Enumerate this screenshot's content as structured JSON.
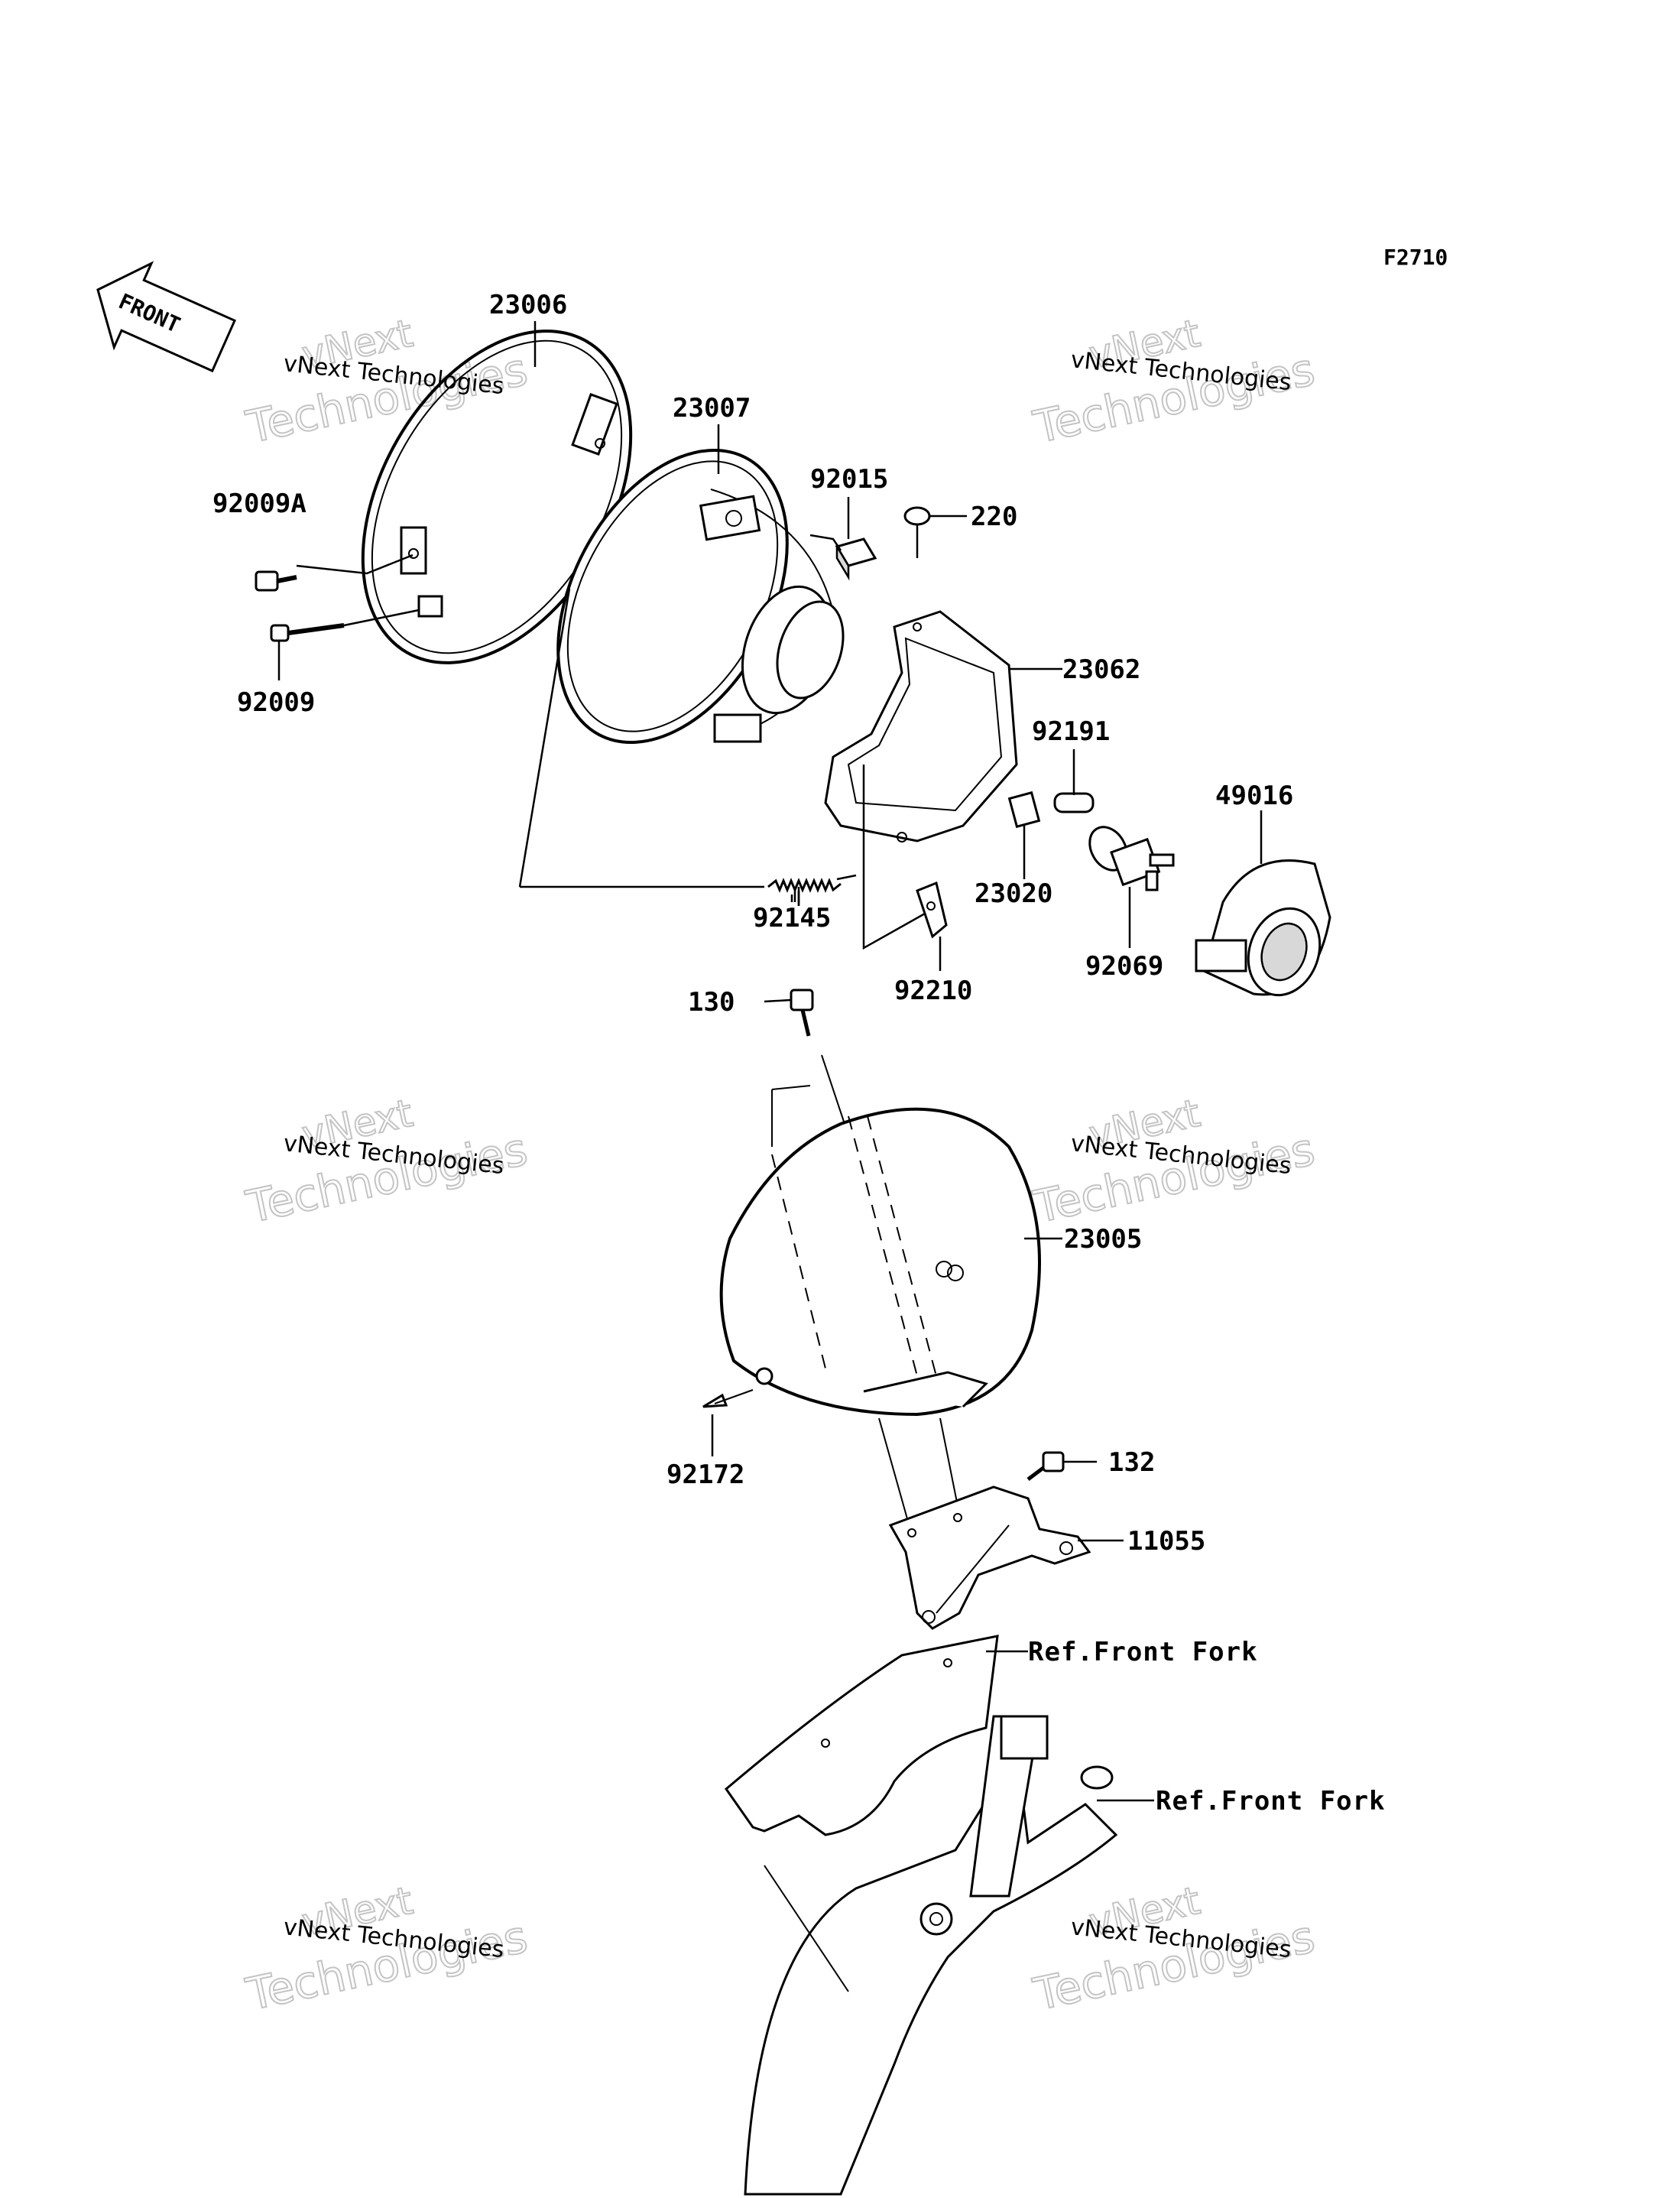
{
  "diagram_code": "F2710",
  "front_arrow_label": "FRONT",
  "watermark": {
    "line1": "vNext Technologies",
    "line2": "Technologies",
    "line3": "vNext"
  },
  "parts": [
    {
      "id": "p23006",
      "number": "23006"
    },
    {
      "id": "p23007",
      "number": "23007"
    },
    {
      "id": "p92015",
      "number": "92015"
    },
    {
      "id": "p220",
      "number": "220"
    },
    {
      "id": "p92009A",
      "number": "92009A"
    },
    {
      "id": "p92009",
      "number": "92009"
    },
    {
      "id": "p23062",
      "number": "23062"
    },
    {
      "id": "p92191",
      "number": "92191"
    },
    {
      "id": "p49016",
      "number": "49016"
    },
    {
      "id": "p23020",
      "number": "23020"
    },
    {
      "id": "p92145",
      "number": "92145"
    },
    {
      "id": "p92069",
      "number": "92069"
    },
    {
      "id": "p92210",
      "number": "92210"
    },
    {
      "id": "p130",
      "number": "130"
    },
    {
      "id": "p23005",
      "number": "23005"
    },
    {
      "id": "p92172",
      "number": "92172"
    },
    {
      "id": "p132",
      "number": "132"
    },
    {
      "id": "p11055",
      "number": "11055"
    }
  ],
  "references": [
    {
      "id": "ref1",
      "label": "Ref.Front Fork"
    },
    {
      "id": "ref2",
      "label": "Ref.Front Fork"
    }
  ]
}
